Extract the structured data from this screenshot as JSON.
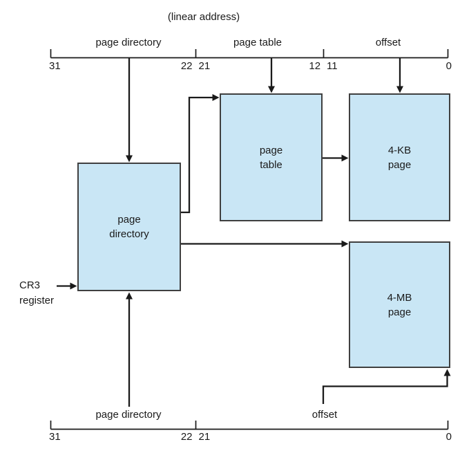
{
  "title": "(linear address)",
  "colors": {
    "box_fill": "#c9e6f5",
    "box_border": "#3f3f3f",
    "line": "#1a1a1a"
  },
  "top_bar": {
    "fields": [
      {
        "label": "page directory",
        "high": "31",
        "low": "22"
      },
      {
        "label": "page table",
        "high": "21",
        "low": "12"
      },
      {
        "label": "offset",
        "high": "11",
        "low": "0"
      }
    ]
  },
  "bottom_bar": {
    "fields": [
      {
        "label": "page directory",
        "high": "31",
        "low": "22"
      },
      {
        "label": "offset",
        "high": "21",
        "low": "0"
      }
    ]
  },
  "boxes": {
    "page_directory": "page\ndirectory",
    "page_table": "page\ntable",
    "kb_page": "4-KB\npage",
    "mb_page": "4-MB\npage"
  },
  "cr3": {
    "line1": "CR3",
    "line2": "register"
  }
}
